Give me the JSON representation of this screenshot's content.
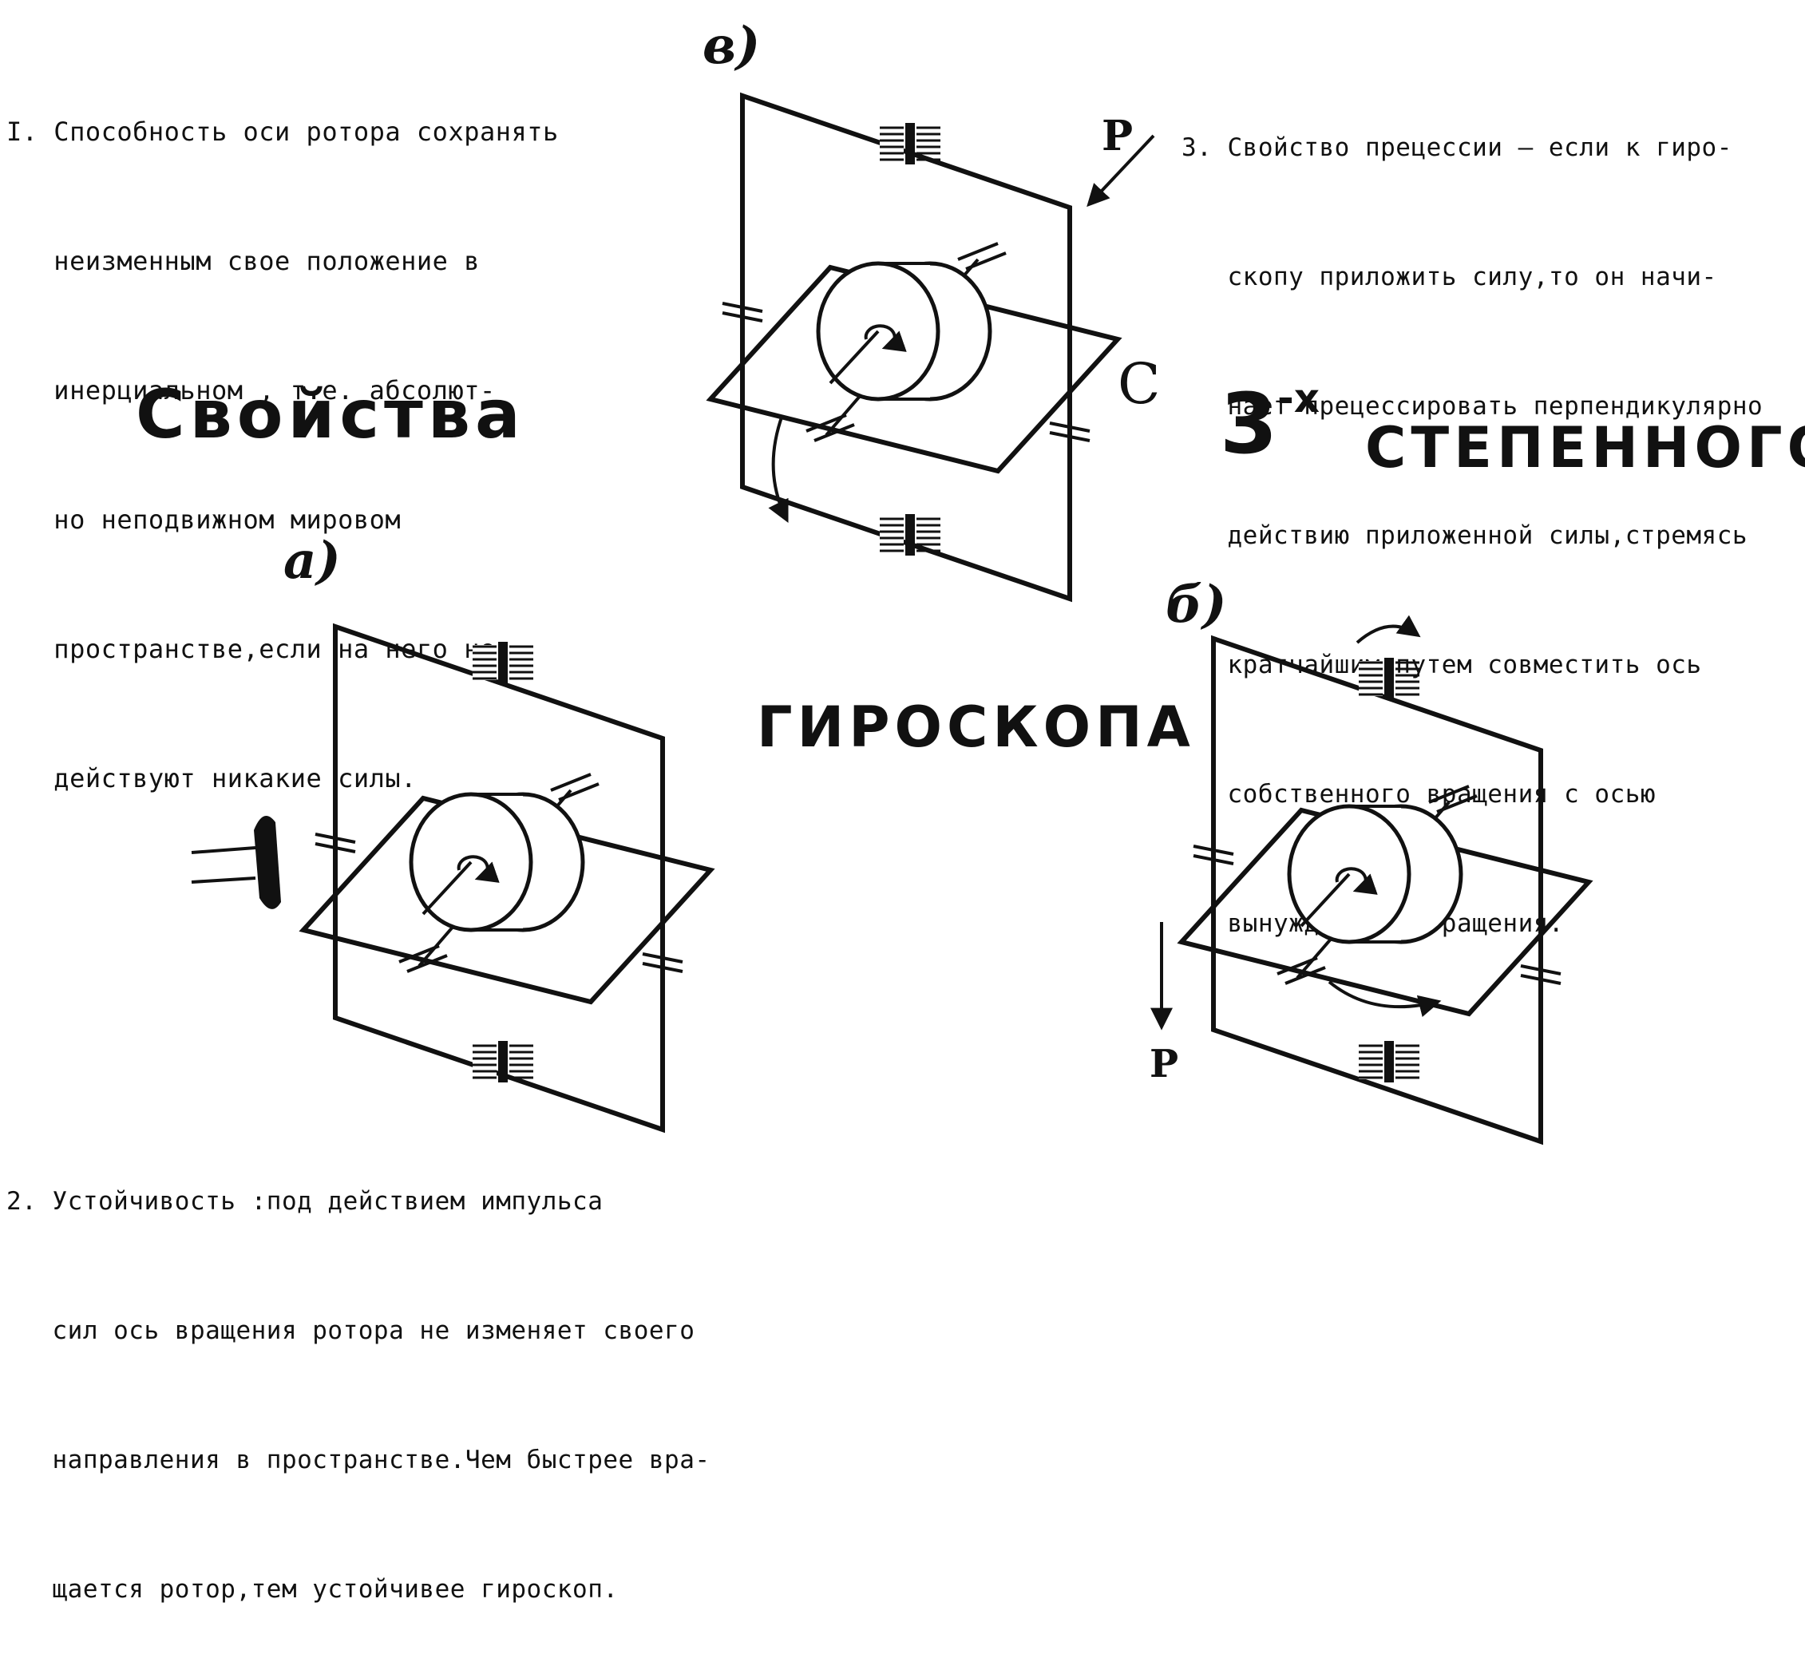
{
  "paragraphs": {
    "p1": {
      "lines": [
        "I. Способность оси ротора сохранять",
        "   неизменным свое положение в",
        "   инерциальном , т.е. абсолют-",
        "   но неподвижном мировом",
        "   пространстве,если на него не",
        "   действуют никакие силы."
      ]
    },
    "p2": {
      "lines": [
        "2. Устойчивость :под действием импульса",
        "   сил ось вращения ротора не изменяет своего",
        "   направления в пространстве.Чем быстрее вра-",
        "   щается ротор,тем устойчивее гироскоп."
      ]
    },
    "p3": {
      "lines": [
        "3. Свойство прецессии – если к гиро-",
        "   скопу приложить силу,то он начи-",
        "   нает прецессировать перпендикулярно",
        "   действию приложенной силы,стремясь",
        "   кратчайшим путем совместить ось",
        "   собственного вращения с осью",
        "   вынужденного вращения."
      ]
    }
  },
  "title": {
    "word1": "Свойства",
    "number": "3",
    "suffix": "-х",
    "word2": "степенного",
    "word3": "гироскопа"
  },
  "figure_labels": {
    "a": "а)",
    "b": "б)",
    "v": "в)",
    "force_v": "P",
    "point_c": "C",
    "force_b": "P"
  }
}
